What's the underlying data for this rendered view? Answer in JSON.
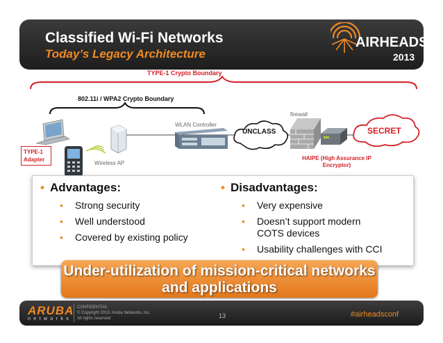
{
  "header": {
    "title": "Classified Wi-Fi Networks",
    "subtitle": "Today’s Legacy Architecture",
    "logo": {
      "name": "AIRHEADS",
      "year": "2013",
      "icon": "wifi-signal-icon"
    }
  },
  "diagram": {
    "type1_boundary": "TYPE-1 Crypto Boundary",
    "wpa2_boundary": "802.11i / WPA2 Crypto Boundary",
    "firewall": "firewall",
    "wlan_controller": "WLAN Controller",
    "unclass": "UNCLASS",
    "secret": "SECRET",
    "type1_adapter": "TYPE-1 Adapter",
    "wireless_ap": "Wireless AP",
    "haipe": "HAIPE (High Assurance IP Encryptor)",
    "colors": {
      "boundary_red": "#d32027",
      "accent_orange": "#f08a24"
    }
  },
  "content": {
    "advantages": {
      "heading": "Advantages:",
      "items": [
        "Strong security",
        "Well understood",
        "Covered by existing policy"
      ]
    },
    "disadvantages": {
      "heading": "Disadvantages:",
      "items": [
        "Very expensive",
        "Doesn’t support modern COTS devices",
        "Usability challenges with CCI"
      ]
    }
  },
  "banner": {
    "text": "Under-utilization of mission-critical networks and applications"
  },
  "footer": {
    "brand": "ARUBA",
    "brand_sub": "networks",
    "confidential": "CONFIDENTIAL",
    "copyright": "© Copyright 2013. Aruba Networks, Inc.",
    "rights": "All rights reserved",
    "page_number": "13",
    "hashtag": "#airheadsconf"
  }
}
